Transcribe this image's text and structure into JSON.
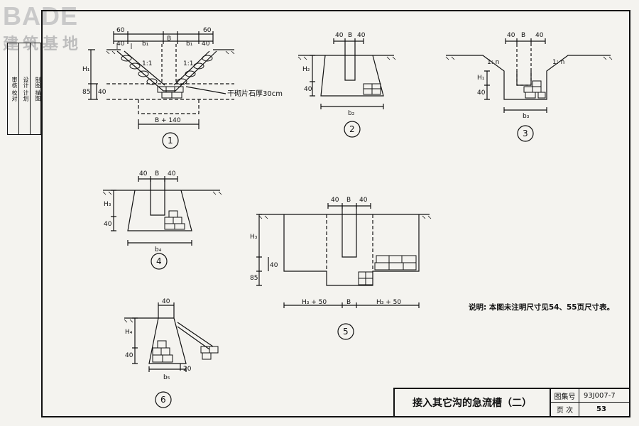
{
  "logo": {
    "latin": "BADE",
    "cn": "建筑基地"
  },
  "sidebar": {
    "col1": "审核 校对",
    "col2": "设计 计划",
    "col3": "制图 描图"
  },
  "drawings": {
    "d1": {
      "num": "1",
      "dim_60a": "60",
      "dim_60b": "60",
      "dim_40a": "40",
      "dim_40b": "40",
      "b1a": "b₁",
      "b1b": "b₁",
      "B": "B",
      "slope1": "1:1",
      "slope2": "1:1",
      "H1": "H₁",
      "dim_40": "40",
      "dim_85": "85",
      "bottom": "B + 140",
      "callout": "干砌片石厚30cm"
    },
    "d2": {
      "num": "2",
      "dim_40a": "40",
      "B": "B",
      "dim_40b": "40",
      "H2": "H₂",
      "dim_40": "40",
      "b2": "b₂"
    },
    "d3": {
      "num": "3",
      "dim_40a": "40",
      "B": "B",
      "dim_40b": "40",
      "slope1": "1: n",
      "slope2": "1: n",
      "H1": "H₁",
      "dim_40": "40",
      "b3": "b₃"
    },
    "d4": {
      "num": "4",
      "dim_40a": "40",
      "B": "B",
      "dim_40b": "40",
      "H3": "H₃",
      "dim_40": "40",
      "b4": "b₄"
    },
    "d5": {
      "num": "5",
      "dim_40a": "40",
      "B": "B",
      "dim_40b": "40",
      "H3": "H₃",
      "dim_40": "40",
      "dim_85": "85",
      "left": "H₃ + 50",
      "mid": "B",
      "right": "H₃ + 50"
    },
    "d6": {
      "num": "6",
      "dim_40": "40",
      "H4": "H₄",
      "dim_40v": "40",
      "b5": "b₅",
      "dim_20": "20"
    }
  },
  "note": "说明: 本图未注明尺寸见54、55页尺寸表。",
  "titleblock": {
    "title": "接入其它沟的急流槽（二）",
    "atlas_label": "图集号",
    "atlas_value": "93J007-7",
    "page_label": "页  次",
    "page_value": "53"
  }
}
